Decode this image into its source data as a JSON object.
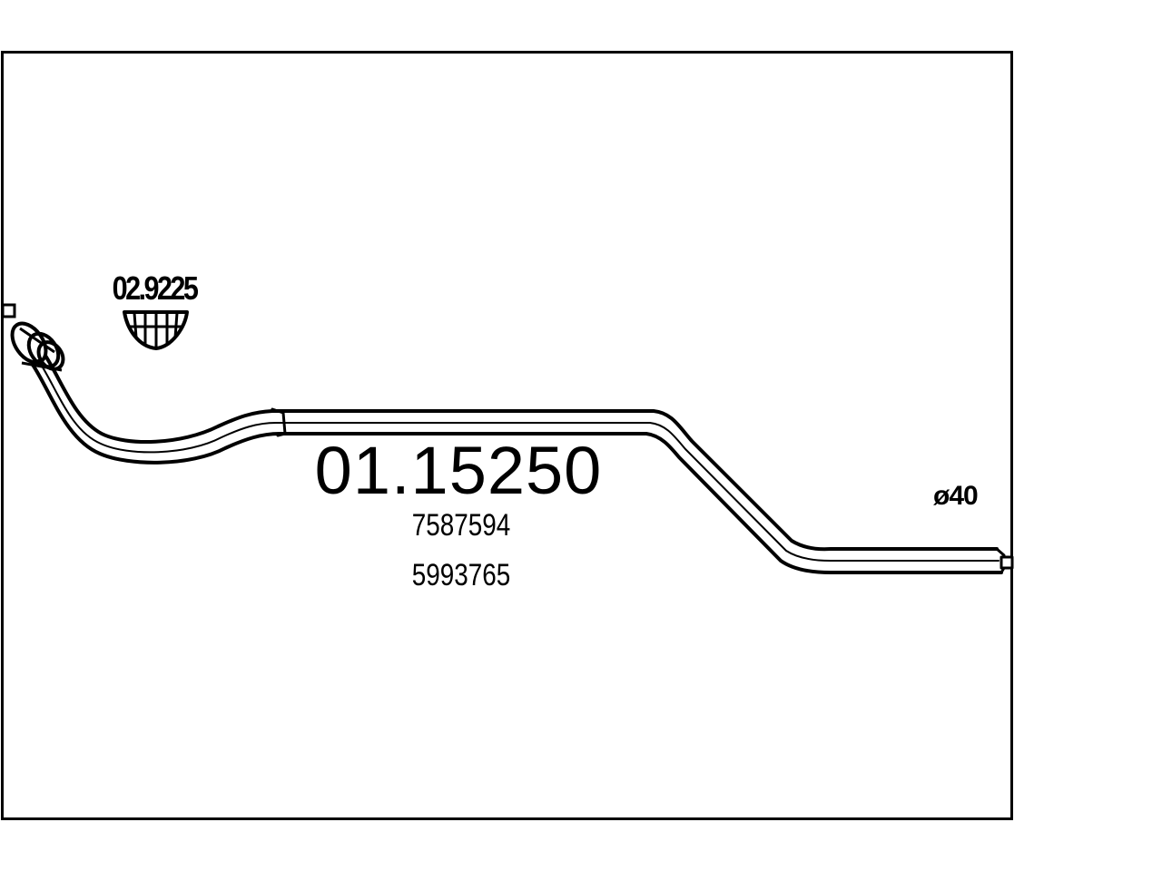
{
  "diagram": {
    "part_number": "01.15250",
    "oe_references": [
      "7587594",
      "5993765"
    ],
    "clamp": {
      "part_number": "02.9225",
      "icon": "clamp-icon"
    },
    "outlet_diameter": "ø40",
    "pipe_icon": "exhaust-pipe-icon",
    "line_color": "#000000",
    "background_color": "#ffffff"
  }
}
